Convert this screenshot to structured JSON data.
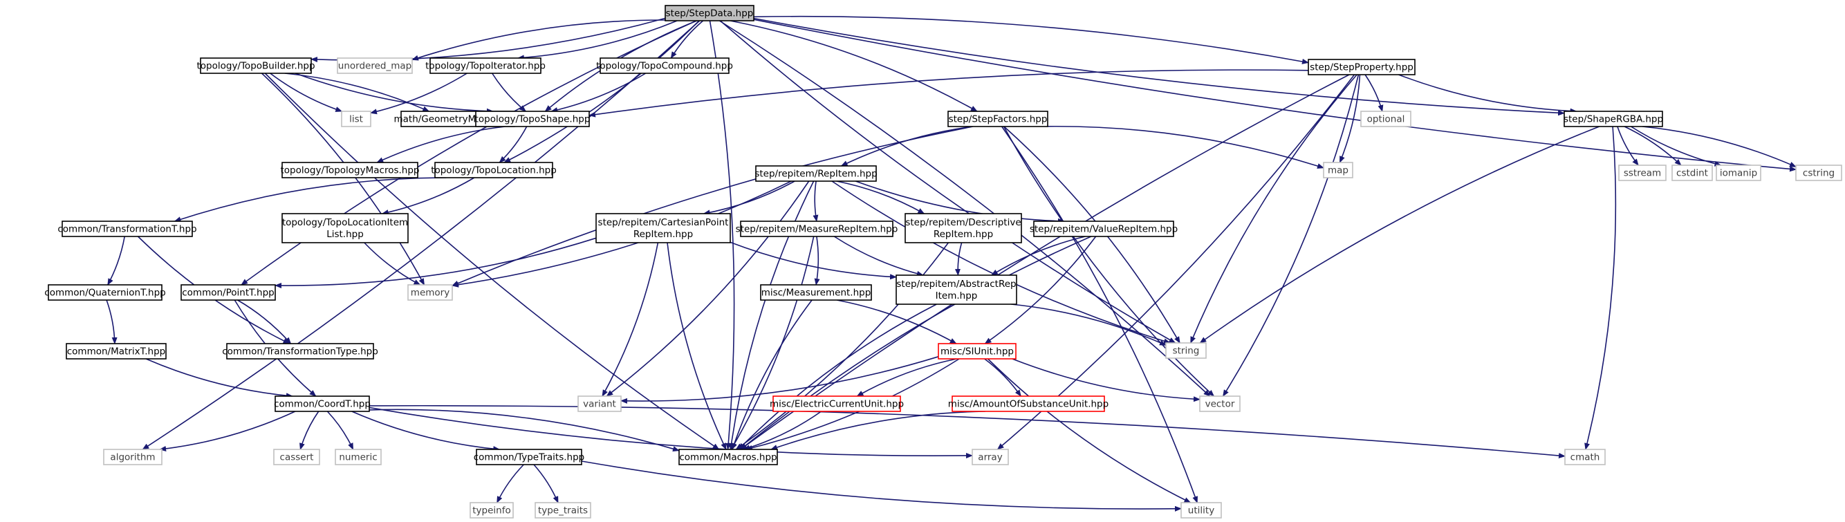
{
  "root": "step/StepData.hpp",
  "nodes": [
    {
      "id": "root",
      "label": [
        "step/StepData.hpp"
      ],
      "kind": "root"
    },
    {
      "id": "topobuilder",
      "label": [
        "topology/TopoBuilder.hpp"
      ],
      "kind": "project"
    },
    {
      "id": "unordered_map",
      "label": [
        "unordered_map"
      ],
      "kind": "system"
    },
    {
      "id": "topoiterator",
      "label": [
        "topology/TopoIterator.hpp"
      ],
      "kind": "project"
    },
    {
      "id": "topocompound",
      "label": [
        "topology/TopoCompound.hpp"
      ],
      "kind": "project"
    },
    {
      "id": "stepproperty",
      "label": [
        "step/StepProperty.hpp"
      ],
      "kind": "project"
    },
    {
      "id": "list",
      "label": [
        "list"
      ],
      "kind": "system"
    },
    {
      "id": "geometrymacros",
      "label": [
        "math/GeometryMacros.hpp"
      ],
      "kind": "project"
    },
    {
      "id": "toposhape",
      "label": [
        "topology/TopoShape.hpp"
      ],
      "kind": "project"
    },
    {
      "id": "optional",
      "label": [
        "optional"
      ],
      "kind": "system"
    },
    {
      "id": "stepfactors",
      "label": [
        "step/StepFactors.hpp"
      ],
      "kind": "project"
    },
    {
      "id": "shapergba",
      "label": [
        "step/ShapeRGBA.hpp"
      ],
      "kind": "project"
    },
    {
      "id": "topologymacros",
      "label": [
        "topology/TopologyMacros.hpp"
      ],
      "kind": "project"
    },
    {
      "id": "topolocation",
      "label": [
        "topology/TopoLocation.hpp"
      ],
      "kind": "project"
    },
    {
      "id": "map",
      "label": [
        "map"
      ],
      "kind": "system"
    },
    {
      "id": "repitem",
      "label": [
        "step/repitem/RepItem.hpp"
      ],
      "kind": "project"
    },
    {
      "id": "sstream",
      "label": [
        "sstream"
      ],
      "kind": "system"
    },
    {
      "id": "cstdint",
      "label": [
        "cstdint"
      ],
      "kind": "system"
    },
    {
      "id": "iomanip",
      "label": [
        "iomanip"
      ],
      "kind": "system"
    },
    {
      "id": "cstring",
      "label": [
        "cstring"
      ],
      "kind": "system"
    },
    {
      "id": "transformationt",
      "label": [
        "common/TransformationT.hpp"
      ],
      "kind": "project"
    },
    {
      "id": "topolocationitemlist",
      "label": [
        "topology/TopoLocationItem",
        "List.hpp"
      ],
      "kind": "project"
    },
    {
      "id": "cartesianpoint",
      "label": [
        "step/repitem/CartesianPoint",
        "RepItem.hpp"
      ],
      "kind": "project"
    },
    {
      "id": "measurerepitem",
      "label": [
        "step/repitem/MeasureRepItem.hpp"
      ],
      "kind": "project"
    },
    {
      "id": "descriptive",
      "label": [
        "step/repitem/Descriptive",
        "RepItem.hpp"
      ],
      "kind": "project"
    },
    {
      "id": "valuerepitem",
      "label": [
        "step/repitem/ValueRepItem.hpp"
      ],
      "kind": "project"
    },
    {
      "id": "quaterniont",
      "label": [
        "common/QuaternionT.hpp"
      ],
      "kind": "project"
    },
    {
      "id": "pointt",
      "label": [
        "common/PointT.hpp"
      ],
      "kind": "project"
    },
    {
      "id": "memory",
      "label": [
        "memory"
      ],
      "kind": "system"
    },
    {
      "id": "measurement",
      "label": [
        "misc/Measurement.hpp"
      ],
      "kind": "project"
    },
    {
      "id": "abstractrep",
      "label": [
        "step/repitem/AbstractRep",
        "Item.hpp"
      ],
      "kind": "project"
    },
    {
      "id": "string",
      "label": [
        "string"
      ],
      "kind": "system"
    },
    {
      "id": "matrixt",
      "label": [
        "common/MatrixT.hpp"
      ],
      "kind": "project"
    },
    {
      "id": "transformationtype",
      "label": [
        "common/TransformationType.hpp"
      ],
      "kind": "project"
    },
    {
      "id": "siunit",
      "label": [
        "misc/SIUnit.hpp"
      ],
      "kind": "truncated"
    },
    {
      "id": "coordt",
      "label": [
        "common/CoordT.hpp"
      ],
      "kind": "project"
    },
    {
      "id": "variant",
      "label": [
        "variant"
      ],
      "kind": "system"
    },
    {
      "id": "electriccurrent",
      "label": [
        "misc/ElectricCurrentUnit.hpp"
      ],
      "kind": "truncated"
    },
    {
      "id": "amountofsubstance",
      "label": [
        "misc/AmountOfSubstanceUnit.hpp"
      ],
      "kind": "truncated"
    },
    {
      "id": "vector",
      "label": [
        "vector"
      ],
      "kind": "system"
    },
    {
      "id": "algorithm",
      "label": [
        "algorithm"
      ],
      "kind": "system"
    },
    {
      "id": "cassert",
      "label": [
        "cassert"
      ],
      "kind": "system"
    },
    {
      "id": "numeric",
      "label": [
        "numeric"
      ],
      "kind": "system"
    },
    {
      "id": "typetraits",
      "label": [
        "common/TypeTraits.hpp"
      ],
      "kind": "project"
    },
    {
      "id": "macros",
      "label": [
        "common/Macros.hpp"
      ],
      "kind": "project"
    },
    {
      "id": "array",
      "label": [
        "array"
      ],
      "kind": "system"
    },
    {
      "id": "cmath",
      "label": [
        "cmath"
      ],
      "kind": "system"
    },
    {
      "id": "typeinfo",
      "label": [
        "typeinfo"
      ],
      "kind": "system"
    },
    {
      "id": "type_traits",
      "label": [
        "type_traits"
      ],
      "kind": "system"
    },
    {
      "id": "utility",
      "label": [
        "utility"
      ],
      "kind": "system"
    }
  ],
  "edges": [
    [
      "root",
      "topobuilder"
    ],
    [
      "root",
      "unordered_map"
    ],
    [
      "root",
      "topoiterator"
    ],
    [
      "root",
      "topocompound"
    ],
    [
      "root",
      "stepproperty"
    ],
    [
      "root",
      "toposhape"
    ],
    [
      "root",
      "stepfactors"
    ],
    [
      "root",
      "shapergba"
    ],
    [
      "root",
      "topolocation"
    ],
    [
      "root",
      "string"
    ],
    [
      "root",
      "vector"
    ],
    [
      "root",
      "cstring"
    ],
    [
      "root",
      "algorithm"
    ],
    [
      "root",
      "pointt"
    ],
    [
      "root",
      "macros"
    ],
    [
      "topobuilder",
      "list"
    ],
    [
      "topobuilder",
      "geometrymacros"
    ],
    [
      "topobuilder",
      "toposhape"
    ],
    [
      "topobuilder",
      "memory"
    ],
    [
      "topobuilder",
      "macros"
    ],
    [
      "topoiterator",
      "list"
    ],
    [
      "topoiterator",
      "toposhape"
    ],
    [
      "topocompound",
      "toposhape"
    ],
    [
      "stepproperty",
      "toposhape"
    ],
    [
      "stepproperty",
      "optional"
    ],
    [
      "stepproperty",
      "shapergba"
    ],
    [
      "stepproperty",
      "map"
    ],
    [
      "stepproperty",
      "string"
    ],
    [
      "stepproperty",
      "vector"
    ],
    [
      "stepproperty",
      "macros"
    ],
    [
      "stepproperty",
      "array"
    ],
    [
      "toposhape",
      "topologymacros"
    ],
    [
      "toposhape",
      "topolocation"
    ],
    [
      "stepfactors",
      "repitem"
    ],
    [
      "stepfactors",
      "map"
    ],
    [
      "stepfactors",
      "memory"
    ],
    [
      "stepfactors",
      "string"
    ],
    [
      "stepfactors",
      "vector"
    ],
    [
      "stepfactors",
      "utility"
    ],
    [
      "shapergba",
      "sstream"
    ],
    [
      "shapergba",
      "cstdint"
    ],
    [
      "shapergba",
      "iomanip"
    ],
    [
      "shapergba",
      "cstring"
    ],
    [
      "shapergba",
      "string"
    ],
    [
      "shapergba",
      "cmath"
    ],
    [
      "topolocation",
      "transformationt"
    ],
    [
      "topolocation",
      "topolocationitemlist"
    ],
    [
      "topolocationitemlist",
      "memory"
    ],
    [
      "repitem",
      "cartesianpoint"
    ],
    [
      "repitem",
      "measurerepitem"
    ],
    [
      "repitem",
      "descriptive"
    ],
    [
      "repitem",
      "valuerepitem"
    ],
    [
      "repitem",
      "memory"
    ],
    [
      "repitem",
      "string"
    ],
    [
      "repitem",
      "variant"
    ],
    [
      "repitem",
      "macros"
    ],
    [
      "transformationt",
      "quaterniont"
    ],
    [
      "transformationt",
      "transformationtype"
    ],
    [
      "quaterniont",
      "matrixt"
    ],
    [
      "matrixt",
      "coordt"
    ],
    [
      "pointt",
      "transformationtype"
    ],
    [
      "pointt",
      "coordt"
    ],
    [
      "cartesianpoint",
      "pointt"
    ],
    [
      "cartesianpoint",
      "abstractrep"
    ],
    [
      "cartesianpoint",
      "variant"
    ],
    [
      "cartesianpoint",
      "macros"
    ],
    [
      "measurerepitem",
      "measurement"
    ],
    [
      "measurerepitem",
      "abstractrep"
    ],
    [
      "measurerepitem",
      "macros"
    ],
    [
      "descriptive",
      "abstractrep"
    ],
    [
      "descriptive",
      "macros"
    ],
    [
      "valuerepitem",
      "abstractrep"
    ],
    [
      "valuerepitem",
      "siunit"
    ],
    [
      "valuerepitem",
      "macros"
    ],
    [
      "measurement",
      "siunit"
    ],
    [
      "measurement",
      "macros"
    ],
    [
      "abstractrep",
      "string"
    ],
    [
      "abstractrep",
      "macros"
    ],
    [
      "siunit",
      "variant"
    ],
    [
      "siunit",
      "electriccurrent"
    ],
    [
      "siunit",
      "amountofsubstance"
    ],
    [
      "siunit",
      "vector"
    ],
    [
      "siunit",
      "macros"
    ],
    [
      "siunit",
      "utility"
    ],
    [
      "electriccurrent",
      "macros"
    ],
    [
      "amountofsubstance",
      "macros"
    ],
    [
      "coordt",
      "algorithm"
    ],
    [
      "coordt",
      "cassert"
    ],
    [
      "coordt",
      "numeric"
    ],
    [
      "coordt",
      "typetraits"
    ],
    [
      "coordt",
      "macros"
    ],
    [
      "coordt",
      "array"
    ],
    [
      "coordt",
      "cmath"
    ],
    [
      "typetraits",
      "typeinfo"
    ],
    [
      "typetraits",
      "type_traits"
    ],
    [
      "typetraits",
      "utility"
    ]
  ]
}
